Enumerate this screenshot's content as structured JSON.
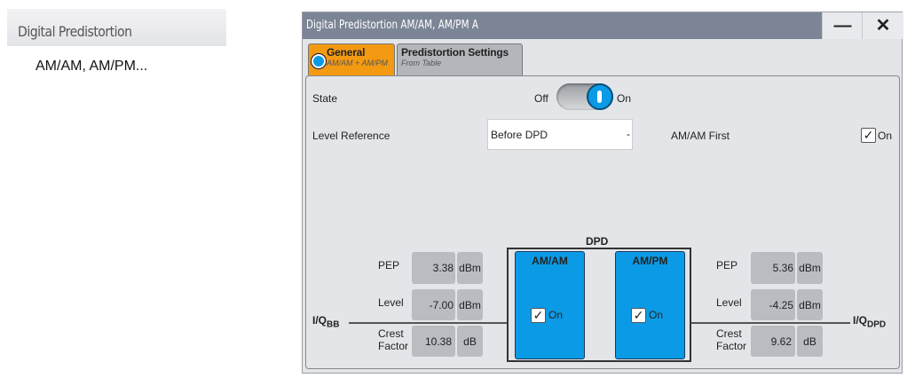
{
  "sidebar": {
    "header": "Digital Predistortion",
    "item": "AM/AM, AM/PM..."
  },
  "window": {
    "title": "Digital Predistortion AM/AM, AM/PM A",
    "minimize": "—",
    "close": "✕"
  },
  "tabs": [
    {
      "label": "General",
      "sub": "AM/AM + AM/PM",
      "active": true
    },
    {
      "label": "Predistortion Settings",
      "sub": "From Table",
      "active": false
    }
  ],
  "state": {
    "label": "State",
    "off": "Off",
    "on": "On",
    "value": true
  },
  "level_reference": {
    "label": "Level Reference",
    "value": "Before DPD",
    "arrow": "-"
  },
  "amam_first": {
    "label": "AM/AM First",
    "checked": true,
    "on": "On"
  },
  "diagram": {
    "input_label": "I/Q",
    "input_sub": "BB",
    "output_label": "I/Q",
    "output_sub": "DPD",
    "dpd_title": "DPD",
    "blocks": [
      {
        "title": "AM/AM",
        "on": "On",
        "checked": true
      },
      {
        "title": "AM/PM",
        "on": "On",
        "checked": true
      }
    ],
    "input": {
      "pep_label": "PEP",
      "pep": "3.38",
      "pep_unit": "dBm",
      "level_label": "Level",
      "level": "-7.00",
      "level_unit": "dBm",
      "crest_label1": "Crest",
      "crest_label2": "Factor",
      "crest": "10.38",
      "crest_unit": "dB"
    },
    "output": {
      "pep_label": "PEP",
      "pep": "5.36",
      "pep_unit": "dBm",
      "level_label": "Level",
      "level": "-4.25",
      "level_unit": "dBm",
      "crest_label1": "Crest",
      "crest_label2": "Factor",
      "crest": "9.62",
      "crest_unit": "dB"
    }
  },
  "colors": {
    "accent": "#f39a12",
    "block": "#0b9be6",
    "titlebar": "#7b8596"
  }
}
